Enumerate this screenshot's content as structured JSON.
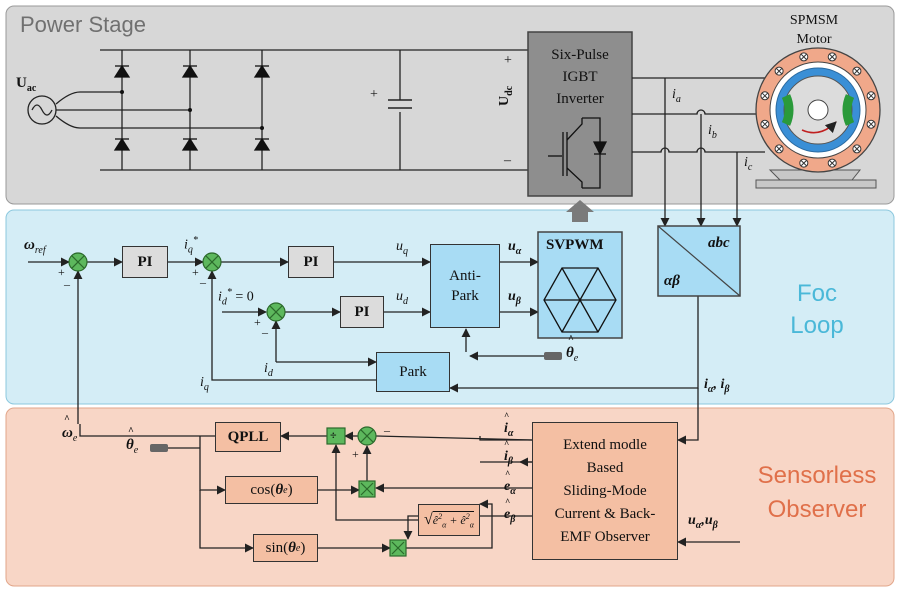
{
  "colors": {
    "power_bg": "#d7d7d7",
    "foc_bg": "#d4edf6",
    "obs_bg": "#f8d6c6",
    "foc_title": "#4ab8d8",
    "obs_title": "#e0704a",
    "power_title": "#707070",
    "pi_box": "#dcdcdc",
    "blue_box": "#a8dcf4",
    "orange_box": "#f4bfa3",
    "green_node": "#5db85d"
  },
  "sections": {
    "power": "Power Stage",
    "foc_line1": "Foc",
    "foc_line2": "Loop",
    "obs_line1": "Sensorless",
    "obs_line2": "Observer"
  },
  "power": {
    "u_ac": "U",
    "u_ac_sub": "ac",
    "u_dc": "U",
    "u_dc_sub": "dc",
    "plus": "+",
    "minus": "–",
    "cap_plus": "+",
    "inverter_l1": "Six-Pulse",
    "inverter_l2": "IGBT",
    "inverter_l3": "Inverter",
    "motor_l1": "SPMSM",
    "motor_l2": "Motor",
    "ia": "i",
    "ia_sub": "a",
    "ib": "i",
    "ib_sub": "b",
    "ic": "i",
    "ic_sub": "c"
  },
  "foc": {
    "omega_ref": "ω",
    "omega_ref_sub": "ref",
    "pi1": "PI",
    "pi2": "PI",
    "pi3": "PI",
    "iq_star": "i",
    "iq_star_sub": "q",
    "iq_star_sup": "*",
    "id_star": "i",
    "id_star_sub": "d",
    "id_star_sup": "*",
    "id_eq": " = 0",
    "uq": "u",
    "uq_sub": "q",
    "ud": "u",
    "ud_sub": "d",
    "antipark_l1": "Anti-",
    "antipark_l2": "Park",
    "ualpha": "u",
    "ualpha_sub": "α",
    "ubeta": "u",
    "ubeta_sub": "β",
    "svpwm": "SVPWM",
    "abc": "abc",
    "alphabeta": "αβ",
    "park": "Park",
    "theta_e": "θ",
    "theta_e_sub": "e",
    "iq_fb": "i",
    "iq_fb_sub": "q",
    "id_fb": "i",
    "id_fb_sub": "d",
    "ialpha_ibeta": "i",
    "ialpha_sub": "α",
    "ibeta_sep": ", i",
    "ibeta_sub": "β",
    "plus": "+",
    "minus": "–"
  },
  "obs": {
    "omega_e": "ω",
    "omega_e_sub": "e",
    "theta_e": "θ",
    "theta_e_sub": "e",
    "qpll": "QPLL",
    "cos": "cos(",
    "cos_theta": "θ",
    "cos_sub": "e",
    "cos_end": ")",
    "sin": "sin(",
    "sin_theta": "θ",
    "sin_sub": "e",
    "sin_end": ")",
    "div": "÷",
    "sqrt_text": "ê",
    "sqrt_a_sub": "α",
    "sqrt_plus": " + ê",
    "sqrt_b_sub": "α",
    "sq": "2",
    "i_alpha_hat": "i",
    "i_alpha_hat_sub": "α",
    "i_beta_hat": "i",
    "i_beta_hat_sub": "β",
    "e_alpha_hat": "e",
    "e_alpha_hat_sub": "α",
    "e_beta_hat": "e",
    "e_beta_hat_sub": "β",
    "observer_l1": "Extend modle",
    "observer_l2": "Based",
    "observer_l3": "Sliding-Mode",
    "observer_l4": "Current & Back-",
    "observer_l5": "EMF Observer",
    "u_ab": "u",
    "u_a_sub": "α",
    "u_sep": ",u",
    "u_b_sub": "β",
    "plus": "+",
    "minus": "–"
  }
}
